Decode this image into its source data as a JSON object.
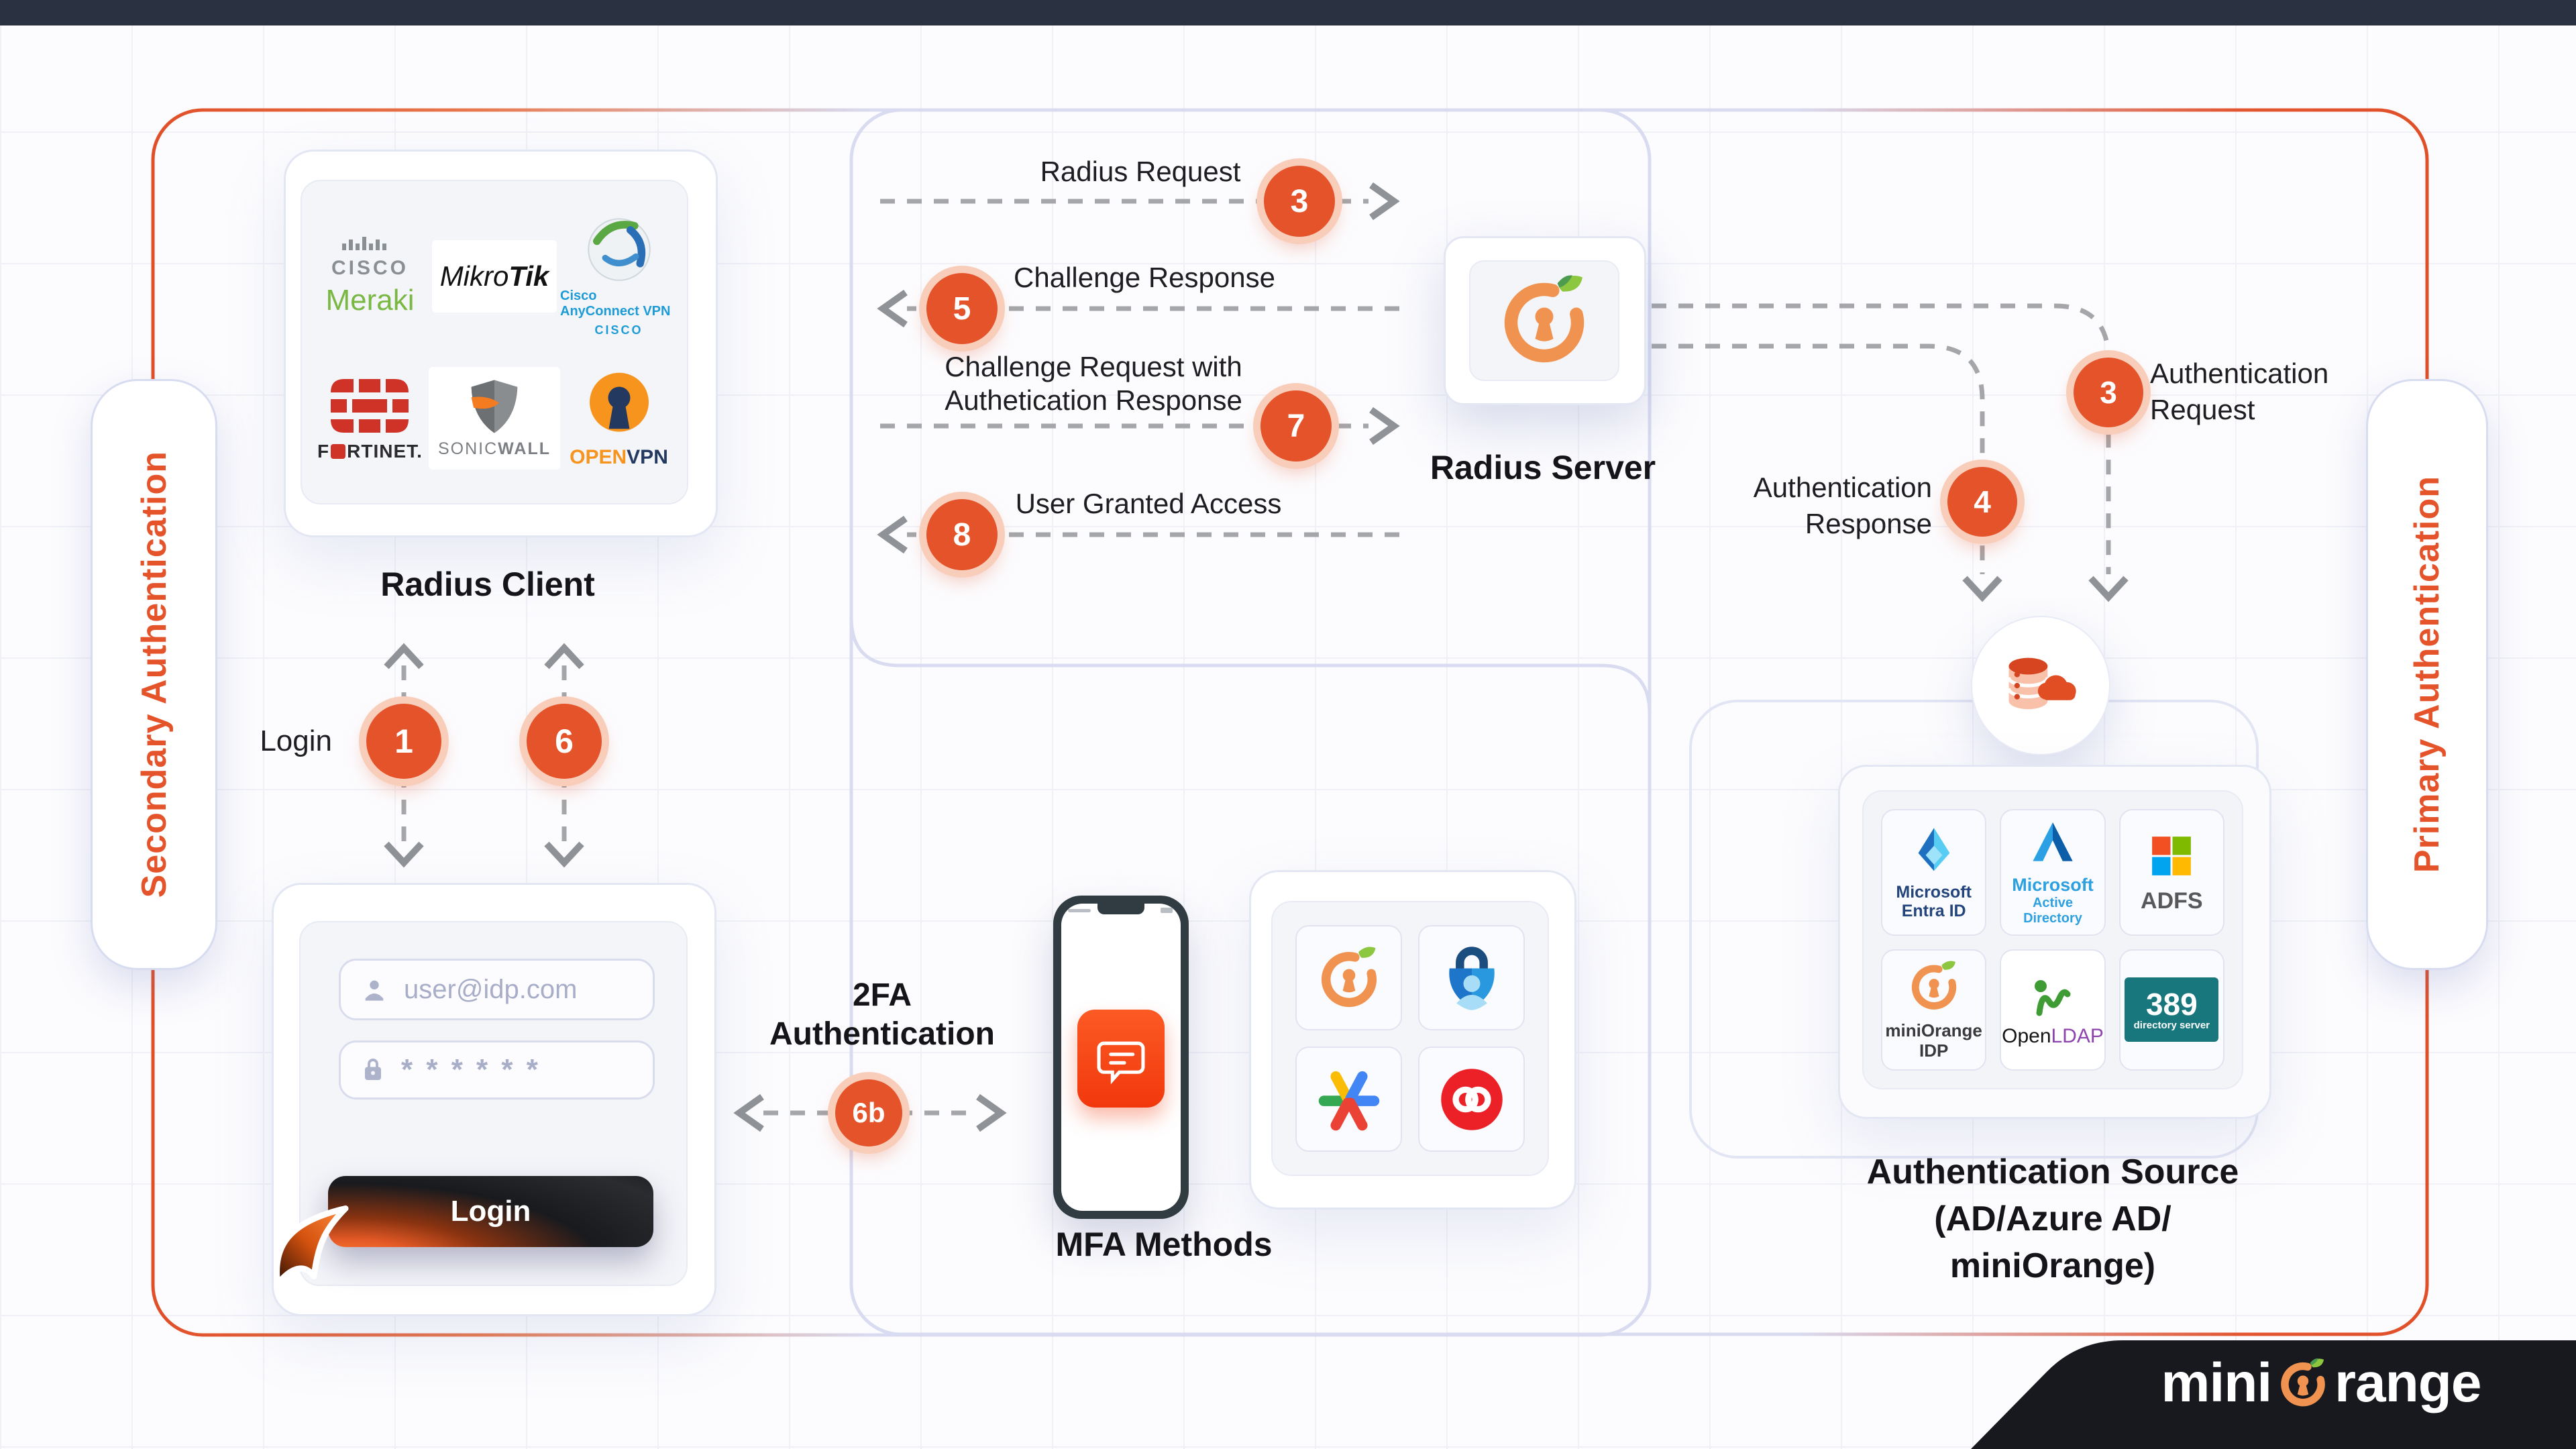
{
  "pills": {
    "left": "Secondary Authentication",
    "right": "Primary Authentication"
  },
  "radius_client": {
    "title": "Radius Client",
    "logos": {
      "meraki": {
        "brand": "CISCO",
        "name": "Meraki"
      },
      "mikrotik": {
        "part1": "Mikro",
        "part2": "Tik"
      },
      "anyconnect": {
        "label": "Cisco AnyConnect VPN",
        "brand": "CISCO"
      },
      "fortinet": {
        "pre": "F",
        "post": "RTINET."
      },
      "sonicwall": {
        "part1": "SONIC",
        "part2": "WALL"
      },
      "openvpn": {
        "part1": "OPEN",
        "part2": "VPN"
      }
    }
  },
  "flow": {
    "rows": [
      {
        "num": "3",
        "label": "Radius Request"
      },
      {
        "num": "5",
        "label": "Challenge Response"
      },
      {
        "num": "7",
        "label_line1": "Challenge Request with",
        "label_line2": "Authetication Response"
      },
      {
        "num": "8",
        "label": "User Granted Access"
      }
    ]
  },
  "radius_server": {
    "title": "Radius Server"
  },
  "right_flow": {
    "request": {
      "num": "3",
      "line1": "Authentication",
      "line2": "Request"
    },
    "response": {
      "num": "4",
      "line1": "Authentication",
      "line2": "Response"
    }
  },
  "auth_source": {
    "title_line1": "Authentication Source",
    "title_line2": "(AD/Azure AD/ miniOrange)",
    "tiles": {
      "entra": {
        "line1": "Microsoft",
        "line2": "Entra ID"
      },
      "ad": {
        "line1": "Microsoft",
        "line2": "Active Directory"
      },
      "adfs": {
        "label": "ADFS"
      },
      "mo_idp": {
        "label": "miniOrange IDP"
      },
      "openldap": {
        "part1": "Open",
        "part2": "LDAP"
      },
      "ds389": {
        "num": "389",
        "sub": "directory server"
      }
    }
  },
  "login_flow": {
    "label": "Login",
    "badge_down": "1",
    "badge_up": "6"
  },
  "twofa": {
    "line1": "2FA",
    "line2": "Authentication",
    "badge": "6b"
  },
  "login_form": {
    "email": "user@idp.com",
    "password": "* * * * * *",
    "button": "Login"
  },
  "mfa": {
    "title": "MFA Methods"
  },
  "brand": {
    "part1": "mini",
    "part2": "range"
  },
  "colors": {
    "accent": "#e5532a",
    "dash": "#a5a6a9",
    "lavender": "#d9dcf1",
    "navy_bar": "#2a3140",
    "plate": "#17191e"
  }
}
